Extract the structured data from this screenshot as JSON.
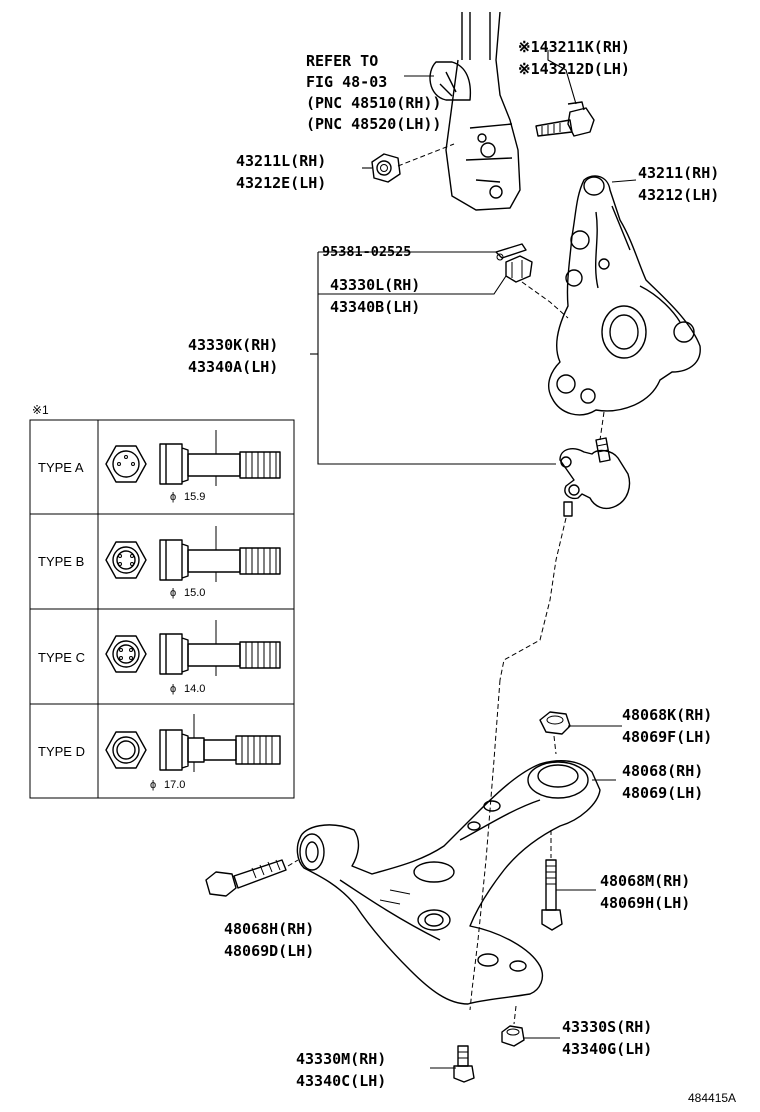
{
  "refer": {
    "line1": "REFER TO",
    "line2": "FIG 48-03",
    "line3": "(PNC 48510(RH))",
    "line4": "(PNC 48520(LH))"
  },
  "labels": {
    "bolt_rh": "※143211K(RH)",
    "bolt_lh": "※143212D(LH)",
    "nut_rh": "43211L(RH)",
    "nut_lh": "43212E(LH)",
    "knuckle_rh": "43211(RH)",
    "knuckle_lh": "43212(LH)",
    "cotter_pin": "95381-02525",
    "castle_nut_rh": "43330L(RH)",
    "castle_nut_lh": "43340B(LH)",
    "ball_joint_rh": "43330K(RH)",
    "ball_joint_lh": "43340A(LH)",
    "bj_nut_top_rh": "48068K(RH)",
    "bj_nut_top_lh": "48069F(LH)",
    "bushing_rh": "48068(RH)",
    "bushing_lh": "48069(LH)",
    "rear_bolt_rh": "48068M(RH)",
    "rear_bolt_lh": "48069H(LH)",
    "front_bolt_rh": "48068H(RH)",
    "front_bolt_lh": "48069D(LH)",
    "lower_nut_rh": "43330S(RH)",
    "lower_nut_lh": "43340G(LH)",
    "lower_bolt_rh": "43330M(RH)",
    "lower_bolt_lh": "43340C(LH)"
  },
  "table": {
    "note_mark": "※1",
    "rows": [
      {
        "type": "TYPE A",
        "diameter": "15.9"
      },
      {
        "type": "TYPE B",
        "diameter": "15.0"
      },
      {
        "type": "TYPE C",
        "diameter": "14.0"
      },
      {
        "type": "TYPE D",
        "diameter": "17.0"
      }
    ],
    "phi_symbol": "ϕ"
  },
  "figure_number": "484415A"
}
